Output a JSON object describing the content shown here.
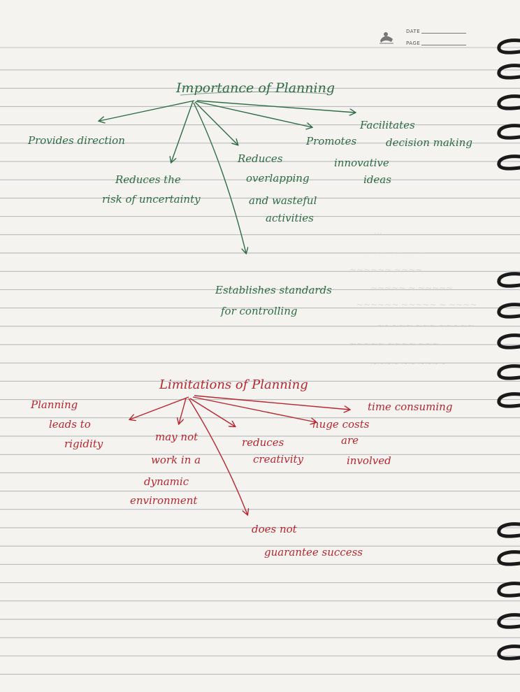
{
  "header": {
    "date_label": "DATE",
    "page_label": "PAGE"
  },
  "importance": {
    "title": "Importance of Planning",
    "items": {
      "direction": "Provides direction",
      "uncertainty_1": "Reduces the",
      "uncertainty_2": "risk of uncertainty",
      "overlap_1": "Reduces",
      "overlap_2": "overlapping",
      "overlap_3": "and wasteful",
      "overlap_4": "activities",
      "innovative_1": "Promotes",
      "innovative_2": "innovative",
      "innovative_3": "ideas",
      "decision_1": "Facilitates",
      "decision_2": "decision making",
      "standards_1": "Establishes standards",
      "standards_2": "for controlling"
    }
  },
  "limitations": {
    "title": "Limitations of Planning",
    "items": {
      "rigidity_1": "Planning",
      "rigidity_2": "leads to",
      "rigidity_3": "rigidity",
      "dynamic_1": "may not",
      "dynamic_2": "work in a",
      "dynamic_3": "dynamic",
      "dynamic_4": "environment",
      "creativity_1": "reduces",
      "creativity_2": "creativity",
      "costs_1": "huge costs",
      "costs_2": "are",
      "costs_3": "involved",
      "time": "time consuming",
      "success_1": "does not",
      "success_2": "guarantee success"
    }
  },
  "colors": {
    "paper": "#f4f3ef",
    "rule_line": "#9aa0a6",
    "green_ink": "#2f6b45",
    "red_ink": "#b8262f"
  }
}
